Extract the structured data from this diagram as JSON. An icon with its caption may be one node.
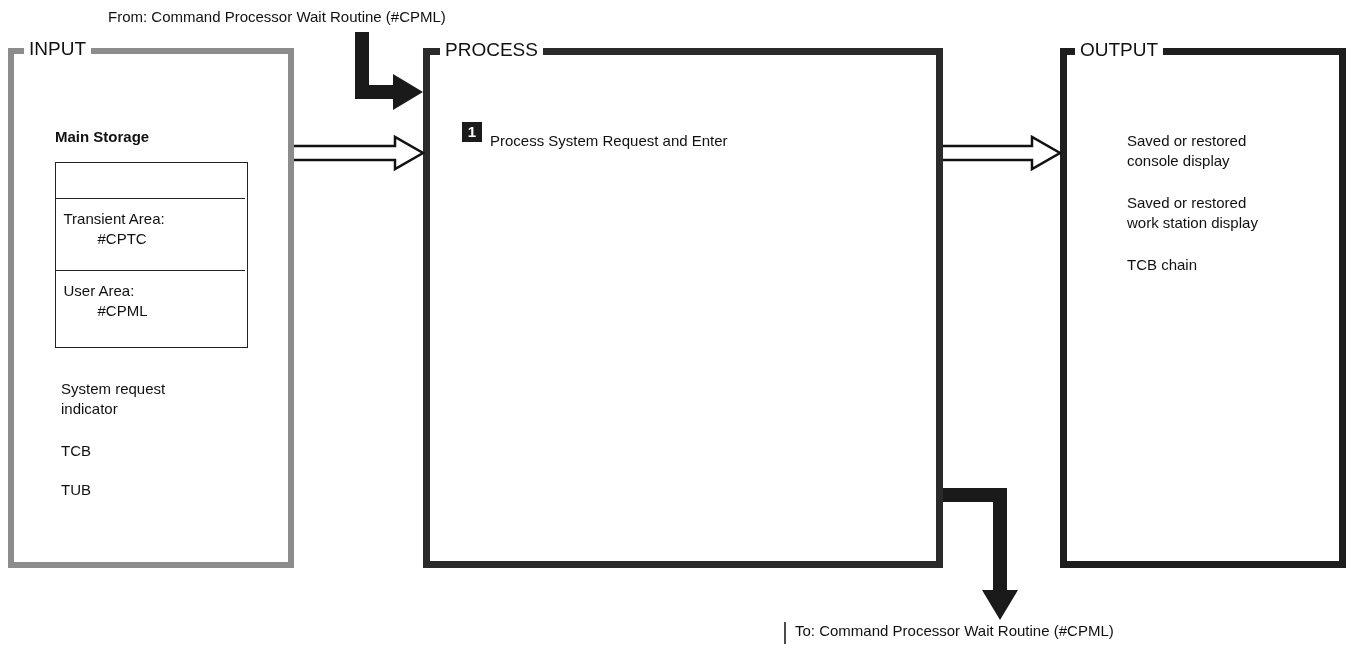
{
  "diagram": {
    "nodes": [
      {
        "text": [
          "INPUT",
          "System request indicator",
          "TCB",
          "TUB"
        ]
      },
      {
        "text": [
          "Main Storage"
        ],
        "in": 0
      },
      {
        "text": [],
        "shape": "box",
        "in": 1
      },
      {
        "text": [
          "Transient Area: #CPTC"
        ],
        "in": 1
      },
      {
        "text": [
          "User Area: #CPML"
        ],
        "in": 1
      },
      {
        "text": [
          "PROCESS",
          "Process System Request and Enter"
        ]
      },
      {
        "text": [
          "OUTPUT",
          "Saved or restored console display",
          "Saved or restored work station display",
          "TCB chain"
        ]
      },
      {
        "text": [
          "From: Command Processor Wait Routine (#CPML)"
        ]
      },
      {
        "text": [
          "To: Command Processor Wait Routine (#CPML)"
        ]
      }
    ],
    "edges": [
      {
        "from": 0,
        "to": 5,
        "arrow": "to"
      },
      {
        "from": 5,
        "to": 6,
        "arrow": "to"
      },
      {
        "from": 7,
        "to": 5,
        "arrow": "to"
      },
      {
        "from": 5,
        "to": 8,
        "arrow": "to"
      }
    ],
    "labels": [
      "1"
    ]
  }
}
